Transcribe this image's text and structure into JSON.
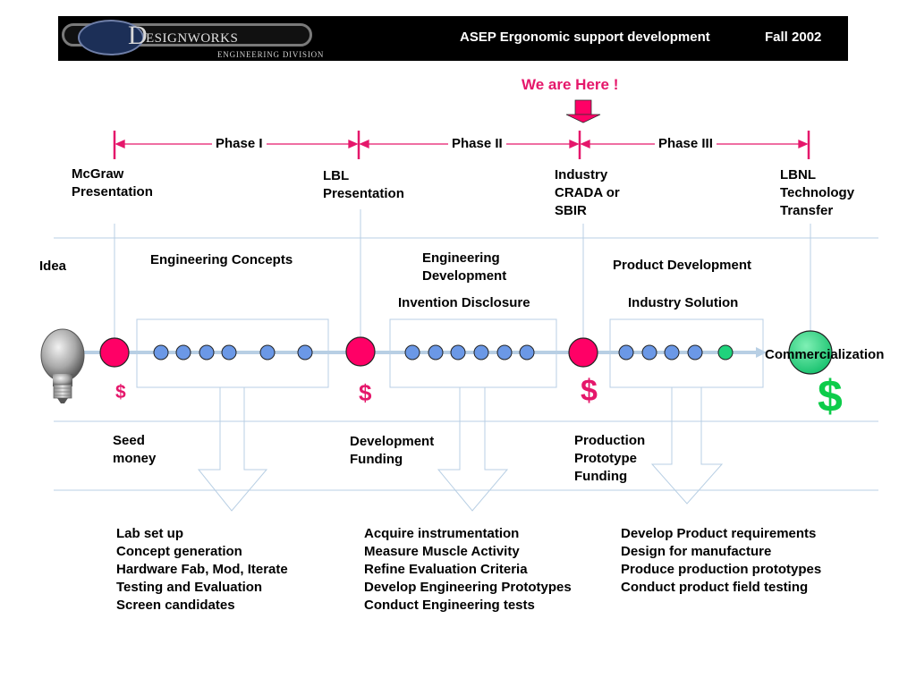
{
  "header": {
    "logo_letter": "D",
    "logo_name": "ESIGNWORKS",
    "logo_division": "ENGINEERING DIVISION",
    "title": "ASEP Ergonomic support development",
    "date": "Fall 2002"
  },
  "marker": {
    "text": "We are Here !"
  },
  "phases": [
    "Phase I",
    "Phase II",
    "Phase III"
  ],
  "milestones": {
    "m1": "McGraw\nPresentation",
    "m2": "LBL\nPresentation",
    "m3": "Industry\nCRADA or\nSBIR",
    "m4": "LBNL\nTechnology\nTransfer"
  },
  "stages": {
    "idea": "Idea",
    "concepts": "Engineering Concepts",
    "eng_dev": "Engineering\nDevelopment",
    "invention": "Invention Disclosure",
    "product_dev": "Product Development",
    "industry_solution": "Industry Solution",
    "commercialization": "Commercialization"
  },
  "funding": {
    "f1": "Seed\nmoney",
    "f2": "Development\nFunding",
    "f3": "Production\nPrototype\nFunding"
  },
  "dollar_sign": "$",
  "tasks": {
    "t1": "Lab set up\nConcept generation\nHardware Fab, Mod, Iterate\nTesting and Evaluation\nScreen candidates",
    "t2": "Acquire instrumentation\nMeasure Muscle Activity\nRefine Evaluation Criteria\nDevelop Engineering Prototypes\nConduct Engineering tests",
    "t3": "Develop Product requirements\nDesign for manufacture\nProduce production prototypes\nConduct product field testing"
  },
  "colors": {
    "accent_pink": "#e5176b",
    "dot_blue": "#6b98e6",
    "commercial_green": "#1fd37c",
    "dollar_green": "#0dcc4a",
    "line_blue": "#b8cfe4",
    "banner": "#000000"
  }
}
